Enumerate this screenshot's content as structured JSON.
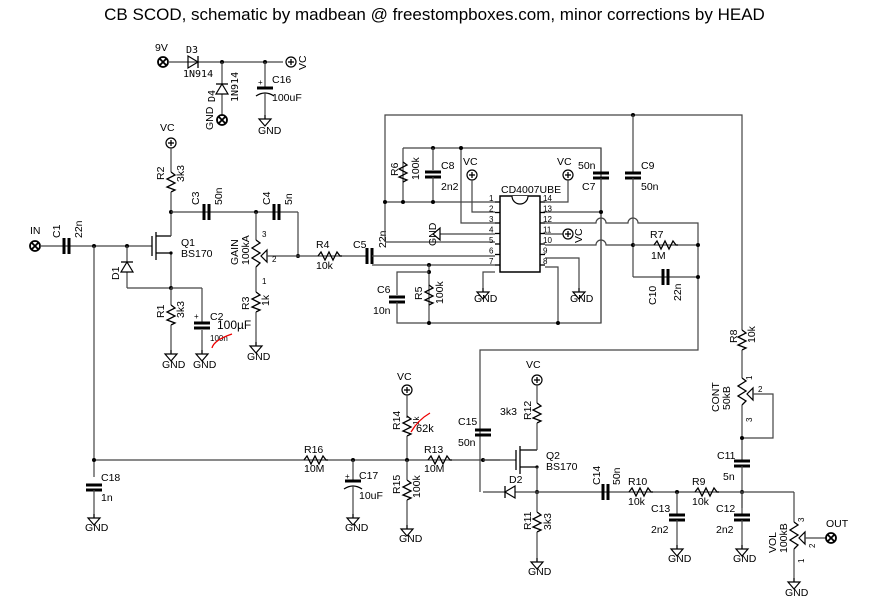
{
  "title": "CB SCOD, schematic by madbean @ freestompboxes.com, minor corrections by HEAD",
  "labels": {
    "in": "IN",
    "out": "OUT",
    "v9": "9V",
    "vc": "VC",
    "gnd": "GND",
    "ic": "CD4007UBE"
  },
  "components": {
    "D3": {
      "ref": "D3",
      "value": "1N914"
    },
    "D4": {
      "ref": "D4",
      "value": "1N914"
    },
    "C16": {
      "ref": "C16",
      "value": "100uF"
    },
    "C1": {
      "ref": "C1",
      "value": "22n"
    },
    "D1": {
      "ref": "D1"
    },
    "Q1": {
      "ref": "Q1",
      "value": "BS170"
    },
    "R2": {
      "ref": "R2",
      "value": "3k3"
    },
    "R1": {
      "ref": "R1",
      "value": "3k3"
    },
    "C2": {
      "ref": "C2",
      "value": "100µF",
      "old_value": "100n"
    },
    "C3": {
      "ref": "C3",
      "value": "50n"
    },
    "C4": {
      "ref": "C4",
      "value": "5n"
    },
    "GAIN": {
      "ref": "GAIN",
      "value": "100kA"
    },
    "R3": {
      "ref": "R3",
      "value": "1k"
    },
    "R4": {
      "ref": "R4",
      "value": "10k"
    },
    "C5": {
      "ref": "C5",
      "value": "22n"
    },
    "R6": {
      "ref": "R6",
      "value": "100k"
    },
    "C8": {
      "ref": "C8",
      "value": "2n2"
    },
    "C7": {
      "ref": "C7",
      "value": "50n"
    },
    "C9": {
      "ref": "C9",
      "value": "50n"
    },
    "R7": {
      "ref": "R7",
      "value": "1M"
    },
    "C10": {
      "ref": "C10",
      "value": "22n"
    },
    "C6": {
      "ref": "C6",
      "value": "10n"
    },
    "R5": {
      "ref": "R5",
      "value": "100k"
    },
    "R8": {
      "ref": "R8",
      "value": "10k"
    },
    "CONT": {
      "ref": "CONT",
      "value": "50kB"
    },
    "C11": {
      "ref": "C11",
      "value": "5n"
    },
    "C18": {
      "ref": "C18",
      "value": "1n"
    },
    "R16": {
      "ref": "R16",
      "value": "10M"
    },
    "C17": {
      "ref": "C17",
      "value": "10uF"
    },
    "R14": {
      "ref": "R14",
      "value": "62k",
      "old_value": "1k"
    },
    "R15": {
      "ref": "R15",
      "value": "100k"
    },
    "R13": {
      "ref": "R13",
      "value": "10M"
    },
    "C15": {
      "ref": "C15",
      "value": "50n"
    },
    "R12": {
      "ref": "R12",
      "value": "3k3"
    },
    "Q2": {
      "ref": "Q2",
      "value": "BS170"
    },
    "D2": {
      "ref": "D2"
    },
    "R11": {
      "ref": "R11",
      "value": "3k3"
    },
    "C14": {
      "ref": "C14",
      "value": "50n"
    },
    "R10": {
      "ref": "R10",
      "value": "10k"
    },
    "C13": {
      "ref": "C13",
      "value": "2n2"
    },
    "R9": {
      "ref": "R9",
      "value": "10k"
    },
    "C12": {
      "ref": "C12",
      "value": "2n2"
    },
    "VOL": {
      "ref": "VOL",
      "value": "100kB"
    }
  },
  "ic_pins_left": [
    "1",
    "2",
    "3",
    "4",
    "5",
    "6",
    "7"
  ],
  "ic_pins_right": [
    "14",
    "13",
    "12",
    "11",
    "10",
    "9",
    "8"
  ],
  "pot_pins": {
    "p1": "1",
    "p2": "2",
    "p3": "3"
  }
}
